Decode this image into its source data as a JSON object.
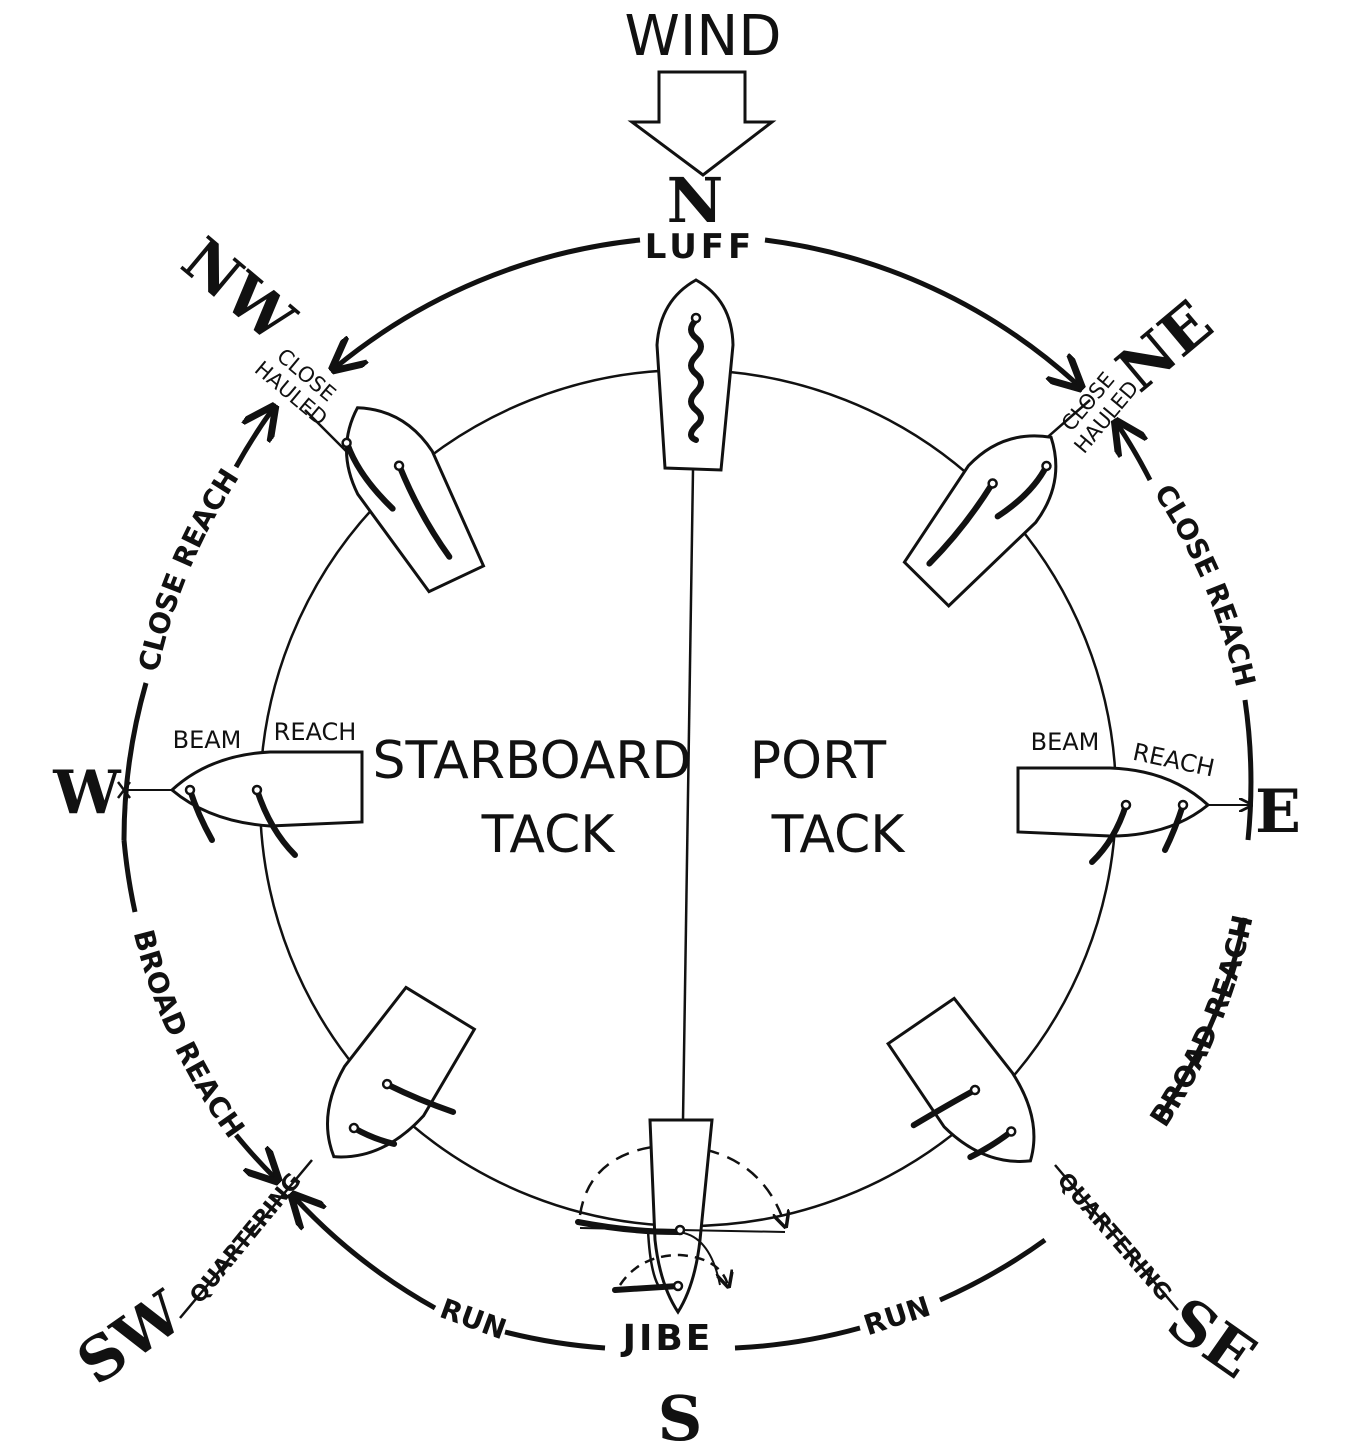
{
  "wind_label": "WIND",
  "compass": {
    "n": "N",
    "ne": "NE",
    "e": "E",
    "se": "SE",
    "s": "S",
    "sw": "SW",
    "w": "W",
    "nw": "NW"
  },
  "points_of_sail": {
    "luff": "LUFF",
    "close_hauled_line1": "CLOSE",
    "close_hauled_line2": "HAULED",
    "close_reach": "CLOSE REACH",
    "beam": "BEAM",
    "reach": "REACH",
    "broad_reach": "BROAD REACH",
    "quartering": "QUARTERING",
    "run": "RUN",
    "jibe": "JIBE"
  },
  "tacks": {
    "starboard_line1": "STARBOARD",
    "starboard_line2": "TACK",
    "port_line1": "PORT",
    "port_line2": "TACK"
  },
  "colors": {
    "ink": "#111111",
    "paper": "#ffffff"
  }
}
